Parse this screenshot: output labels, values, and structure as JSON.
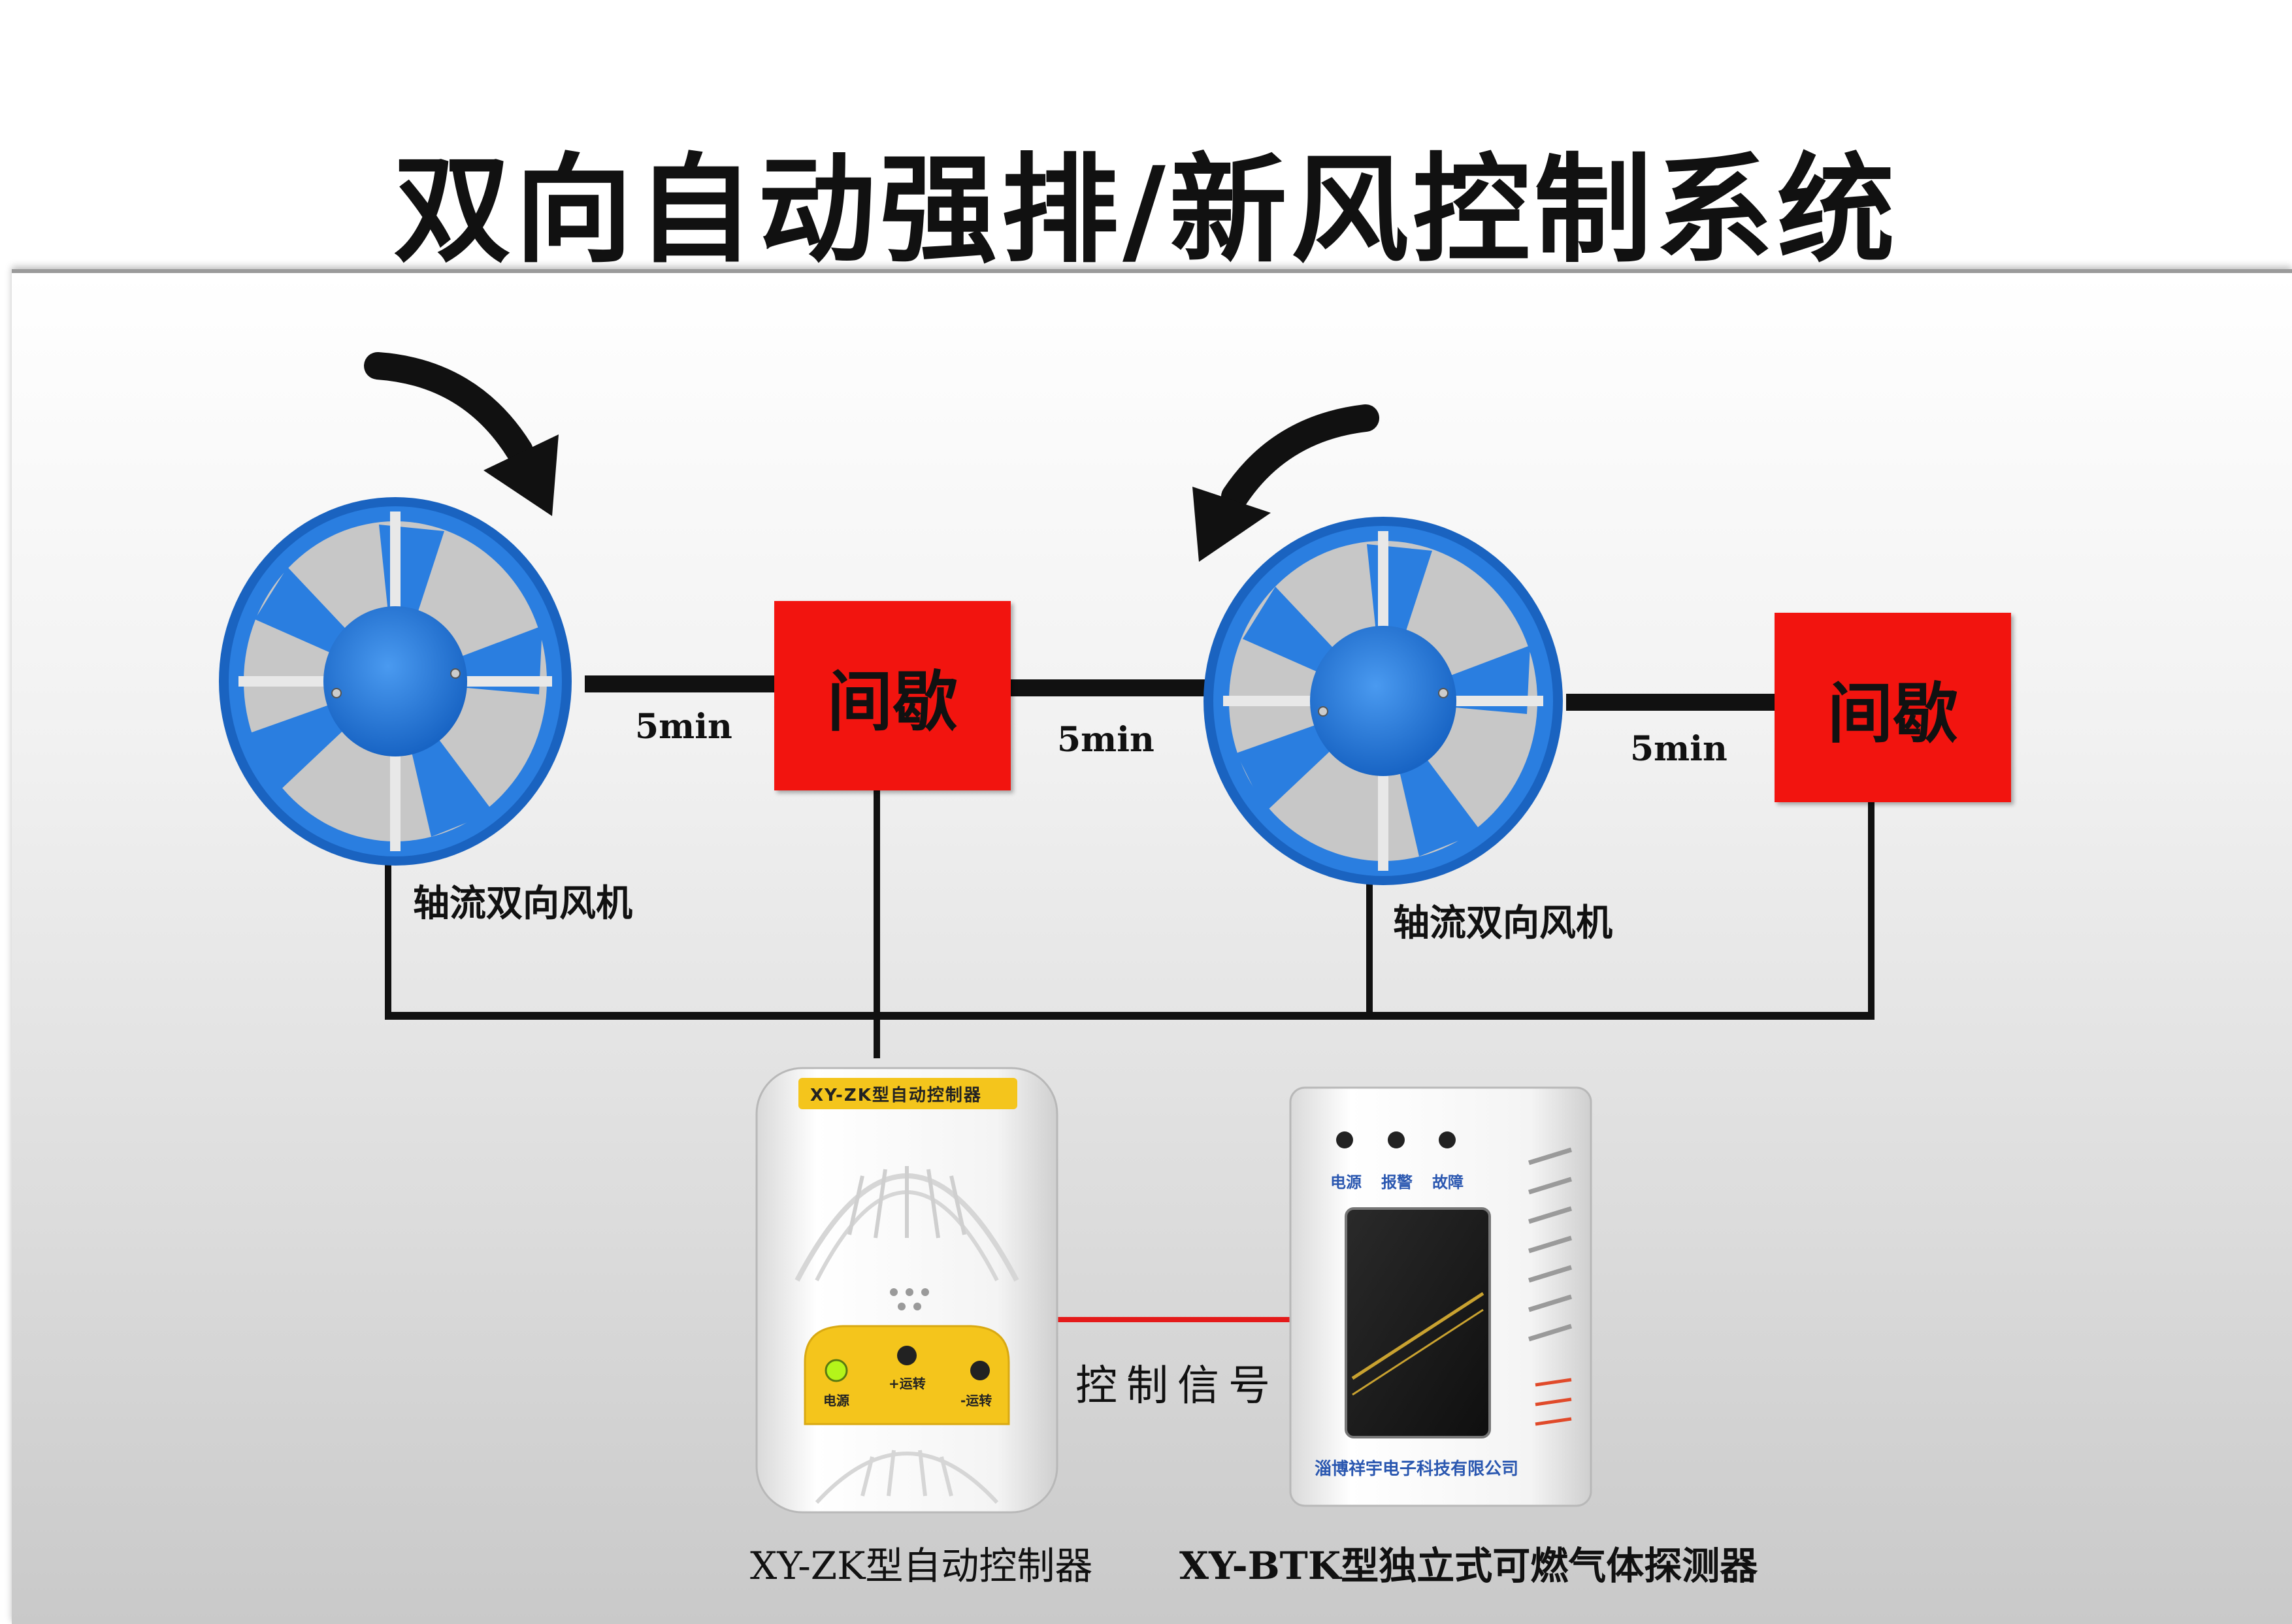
{
  "title": "双向自动强排/新风控制系统",
  "fans": [
    {
      "label": "轴流双向风机",
      "rotation": "clockwise"
    },
    {
      "label": "轴流双向风机",
      "rotation": "counter-clockwise"
    }
  ],
  "intermittent_boxes": [
    {
      "label": "间歇"
    },
    {
      "label": "间歇"
    }
  ],
  "durations": [
    "5min",
    "5min",
    "5min"
  ],
  "controller": {
    "label": "XY-ZK型自动控制器",
    "panel_title": "XY-ZK型自动控制器",
    "buttons": [
      "电源",
      "+运转",
      "-运转"
    ]
  },
  "detector": {
    "label": "XY-BTK型独立式可燃气体探测器",
    "indicators": [
      "电源",
      "报警",
      "故障"
    ],
    "company": "淄博祥宇电子科技有限公司"
  },
  "signal_label": "控制信号",
  "colors": {
    "fan_blue": "#1f73d6",
    "box_red": "#f2140f",
    "signal_line": "#e41a1a",
    "controller_yellow": "#f4c51c"
  }
}
